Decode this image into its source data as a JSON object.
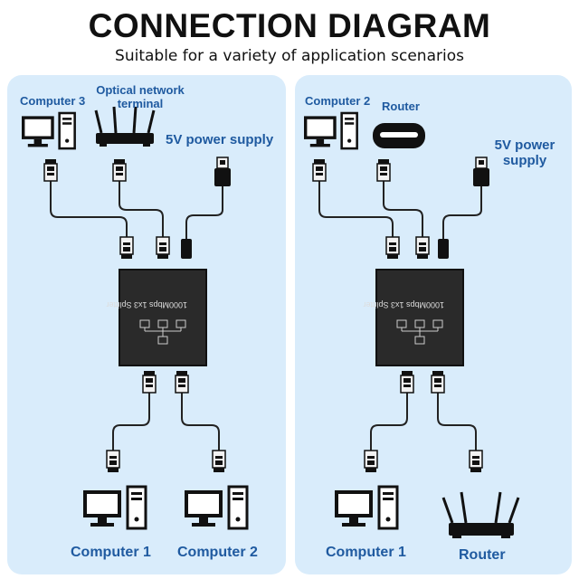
{
  "header": {
    "title": "CONNECTION DIAGRAM",
    "subtitle": "Suitable for a variety of application scenarios"
  },
  "left_panel": {
    "top_left_label": "Computer 3",
    "top_mid_label_line1": "Optical network",
    "top_mid_label_line2": "terminal",
    "power_label": "5V power supply",
    "splitter_text": "1000Mbps 1x3 Splitter",
    "bottom_left_label": "Computer 1",
    "bottom_right_label": "Computer 2"
  },
  "right_panel": {
    "top_left_label": "Computer 2",
    "top_mid_label": "Router",
    "power_label_line1": "5V power",
    "power_label_line2": "supply",
    "splitter_text": "1000Mbps 1x3 Splitter",
    "bottom_left_label": "Computer 1",
    "bottom_right_label": "Router"
  },
  "colors": {
    "panel_bg": "#d9ecfb",
    "label_blue": "#1f5aa0",
    "device_black": "#111111"
  }
}
